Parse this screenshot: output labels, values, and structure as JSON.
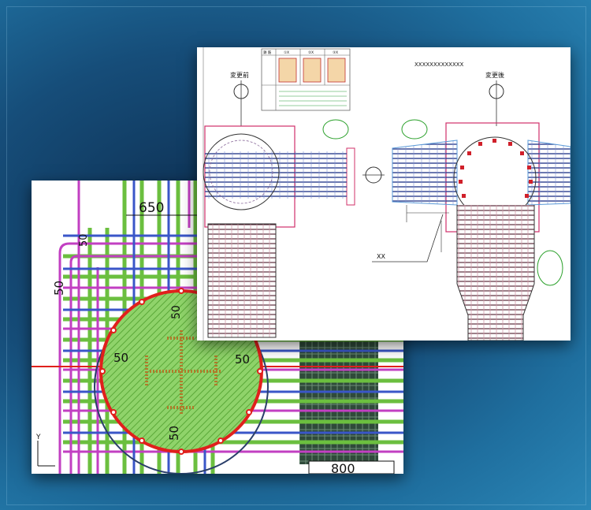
{
  "background": {
    "gradient_colors": [
      "#0d2d4f",
      "#164d79",
      "#2b86b6"
    ]
  },
  "front_drawing": {
    "dimension_top": "650",
    "dimension_left_upper": "50",
    "dimension_left": "50",
    "dimension_center_top": "50",
    "dimension_center_left": "50",
    "dimension_center_right": "50",
    "dimension_center_bottom": "50",
    "dimension_bottom_right": "800",
    "axis_label": "Y",
    "colors": {
      "rebar_green": "#6bbf3f",
      "rebar_magenta": "#c23fc2",
      "rebar_blue": "#3a56c8",
      "circle_red": "#e0201c"
    }
  },
  "back_drawing": {
    "title_code": "XXXXXXXXXXXXX",
    "label_before": "変更前",
    "label_after": "変更後",
    "callout_label": "XX",
    "table_headers": [
      "鉄 筋",
      "①X",
      "②X",
      "③X"
    ]
  }
}
